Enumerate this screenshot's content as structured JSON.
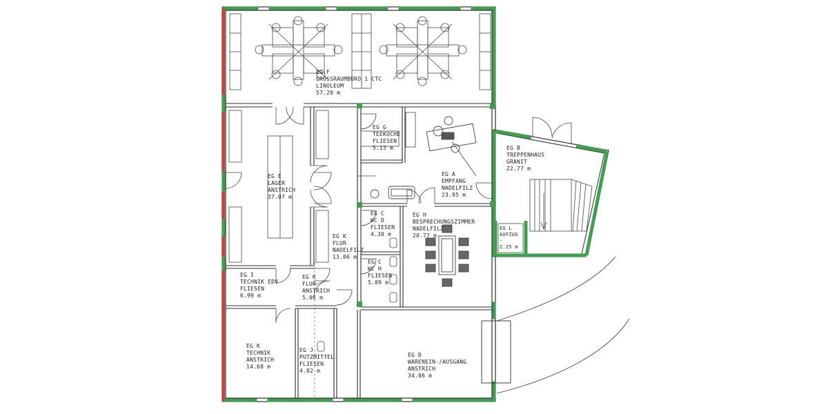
{
  "colors": {
    "wall_outer_green": "#3f9f4f",
    "wall_outer_red": "#c8443a",
    "wall_line": "#2b2b2b",
    "furniture": "#444444"
  },
  "rooms": [
    {
      "id": "F",
      "code": "EG F",
      "name": "GROSSRAUMBÜRO 1 CTC",
      "material": "LINOLEUM",
      "area": "57.20 m"
    },
    {
      "id": "G",
      "code": "EG G",
      "name": "TEEKÜCHE",
      "material": "FLIESEN",
      "area": "5.13 m"
    },
    {
      "id": "E",
      "code": "EG E",
      "name": "LAGER",
      "material": "ANSTRICH",
      "area": "37.07 m"
    },
    {
      "id": "A",
      "code": "EG A",
      "name": "EMPFANG",
      "material": "NADELFILZ",
      "area": "23.95 m"
    },
    {
      "id": "B",
      "code": "EG B",
      "name": "TREPPENHAUS",
      "material": "GRANIT",
      "area": "22.77 m"
    },
    {
      "id": "CD",
      "code": "EG C",
      "name": "WC D",
      "material": "FLIESEN",
      "area": "4.30 m"
    },
    {
      "id": "H",
      "code": "EG H",
      "name": "BESPRECHUNGSZIMMER",
      "material": "NADELFILZ",
      "area": "20.77 m"
    },
    {
      "id": "L",
      "code": "EG L",
      "name": "AUFZUG",
      "material": "-",
      "area": "2.25 m"
    },
    {
      "id": "K1",
      "code": "EG K",
      "name": "FLUR",
      "material": "NADELFILZ",
      "area": "13.06 m"
    },
    {
      "id": "CH",
      "code": "EG C",
      "name": "WC H",
      "material": "FLIESEN",
      "area": "5.09 m"
    },
    {
      "id": "I",
      "code": "EG I",
      "name": "TECHNIK EDV",
      "material": "FLIESEN",
      "area": "6.99 m"
    },
    {
      "id": "K2",
      "code": "EG K",
      "name": "FLUR",
      "material": "ANSTRICH",
      "area": "5.06 m"
    },
    {
      "id": "K3",
      "code": "EG K",
      "name": "TECHNIK",
      "material": "ANSTRICH",
      "area": "14.68 m"
    },
    {
      "id": "J",
      "code": "EG J",
      "name": "PUTZMITTEL",
      "material": "FLIESEN",
      "area": "4.82 m"
    },
    {
      "id": "D",
      "code": "EG D",
      "name": "WARENEIN-/AUSGANG",
      "material": "ANSTRICH",
      "area": "34.06 m"
    }
  ]
}
